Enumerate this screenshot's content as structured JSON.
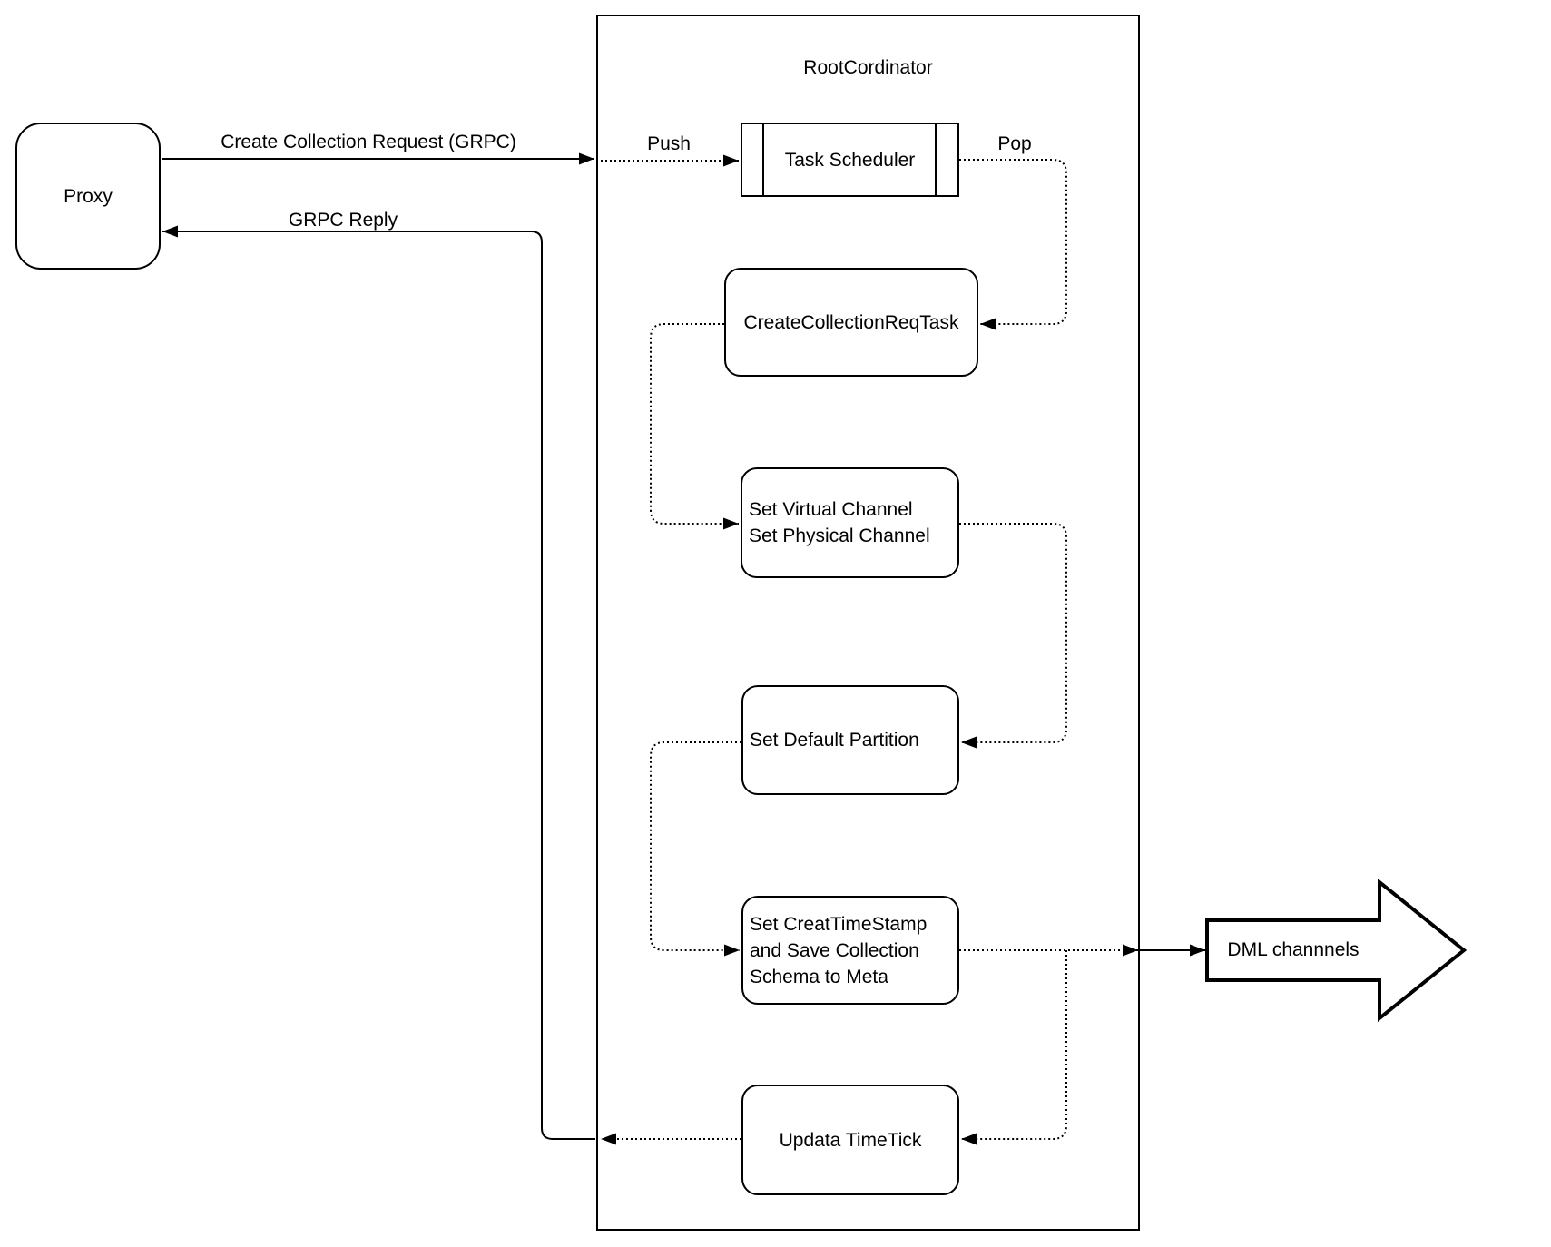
{
  "canvas": {
    "background": "#ffffff",
    "line_color": "#000000"
  },
  "container": {
    "title": "RootCordinator"
  },
  "nodes": {
    "proxy": {
      "label": "Proxy"
    },
    "task_scheduler": {
      "label": "Task Scheduler"
    },
    "create_collection_req_task": {
      "label": "CreateCollectionReqTask"
    },
    "set_channels": {
      "lines": [
        "Set Virtual Channel",
        "Set Physical Channel"
      ]
    },
    "set_default_partition": {
      "label": "Set Default Partition"
    },
    "set_creat_timestamp": {
      "lines": [
        "Set CreatTimeStamp",
        "and Save Collection",
        "Schema to Meta"
      ]
    },
    "updata_timetick": {
      "label": "Updata TimeTick"
    },
    "dml_channels": {
      "label": "DML channnels"
    }
  },
  "edge_labels": {
    "create_collection_request": "Create Collection Request (GRPC)",
    "grpc_reply": "GRPC Reply",
    "push": "Push",
    "pop": "Pop"
  }
}
